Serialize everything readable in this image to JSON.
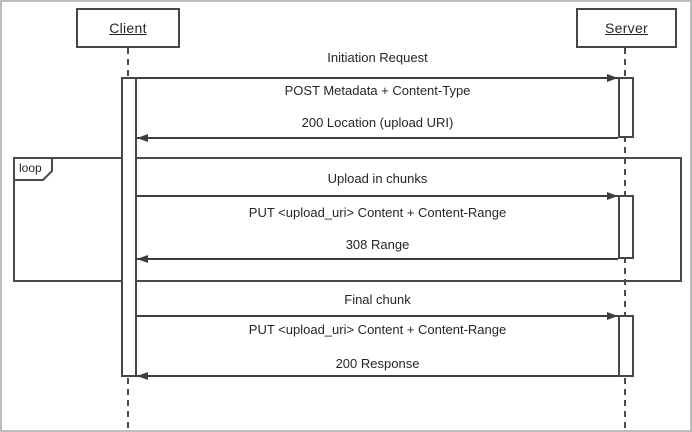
{
  "diagram": {
    "type": "uml-sequence",
    "actors": [
      {
        "name": "Client"
      },
      {
        "name": "Server"
      }
    ],
    "fragment": {
      "label": "loop"
    },
    "sections": [
      {
        "title": "Initiation Request",
        "request": "POST Metadata + Content-Type",
        "response": "200 Location (upload URI)"
      },
      {
        "title": "Upload in chunks",
        "request": "PUT <upload_uri> Content + Content-Range",
        "response": "308 Range"
      },
      {
        "title": "Final chunk",
        "request": "PUT <upload_uri> Content + Content-Range",
        "response": "200 Response"
      }
    ],
    "colors": {
      "line": "#3d3d3d",
      "frame_border": "#bcbcbc",
      "background": "#ffffff",
      "text": "#262626"
    }
  }
}
